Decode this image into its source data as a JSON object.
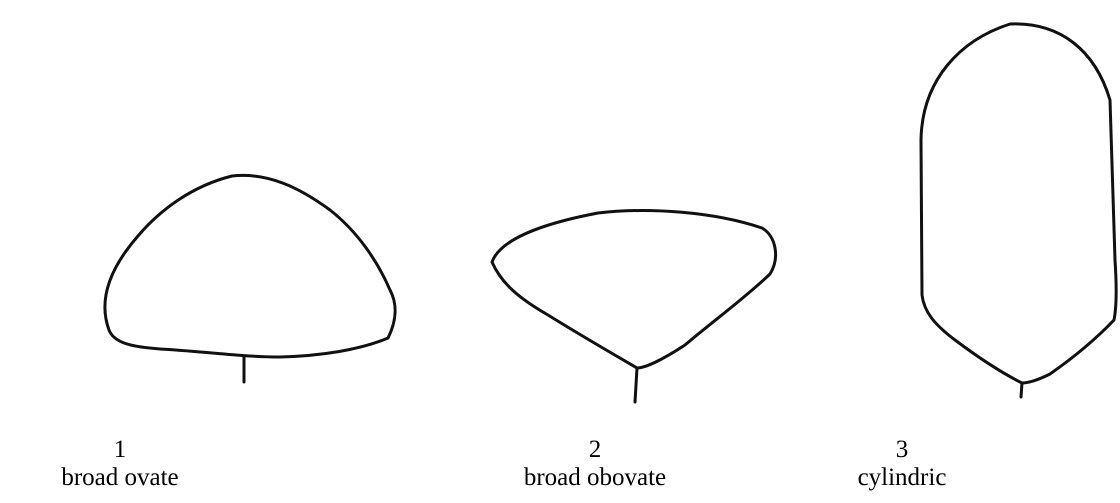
{
  "shapes": [
    {
      "number": "1",
      "name": "broad ovate"
    },
    {
      "number": "2",
      "name": "broad obovate"
    },
    {
      "number": "3",
      "name": "cylindric"
    }
  ],
  "colors": {
    "stroke": "#111111",
    "background": "#ffffff"
  }
}
